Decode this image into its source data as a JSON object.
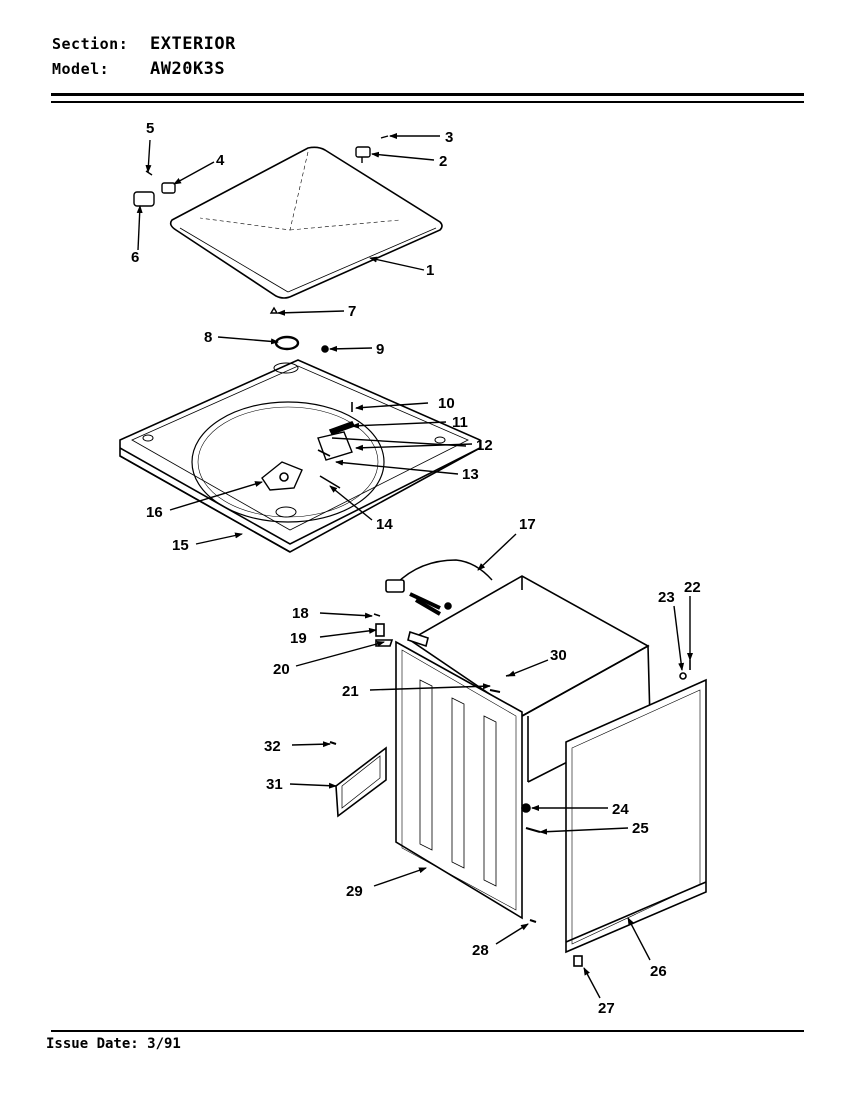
{
  "header": {
    "section_label": "Section:",
    "section_value": "EXTERIOR",
    "model_label": "Model:",
    "model_value": "AW20K3S"
  },
  "footer": {
    "issue_date": "Issue Date: 3/91"
  },
  "callouts": {
    "c1": "1",
    "c2": "2",
    "c3": "3",
    "c4": "4",
    "c5": "5",
    "c6": "6",
    "c7": "7",
    "c8": "8",
    "c9": "9",
    "c10": "10",
    "c11": "11",
    "c12": "12",
    "c13": "13",
    "c14": "14",
    "c15": "15",
    "c16": "16",
    "c17": "17",
    "c18": "18",
    "c19": "19",
    "c20": "20",
    "c21": "21",
    "c22": "22",
    "c23": "23",
    "c24": "24",
    "c25": "25",
    "c26": "26",
    "c27": "27",
    "c28": "28",
    "c29": "29",
    "c30": "30",
    "c31": "31",
    "c32": "32"
  }
}
